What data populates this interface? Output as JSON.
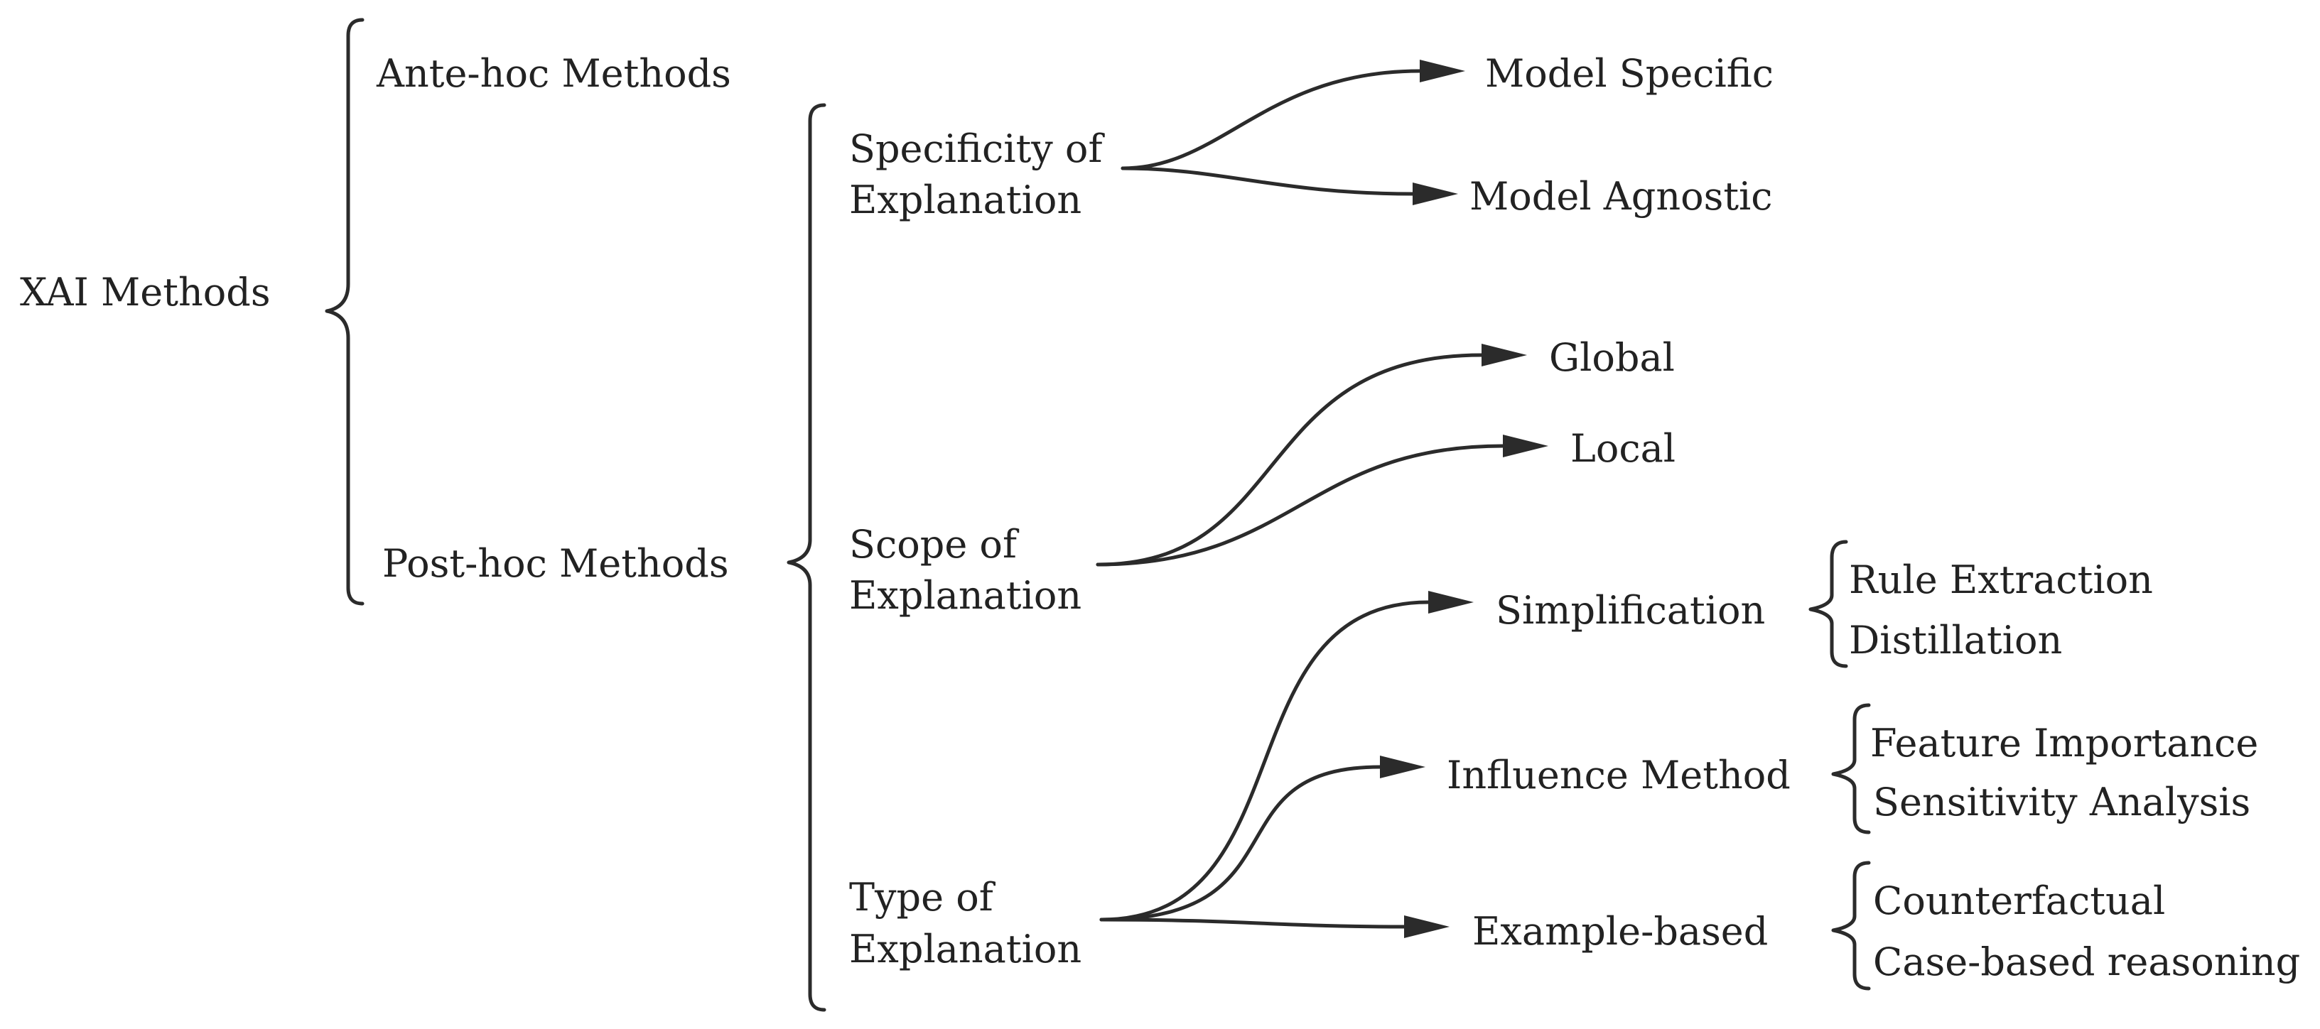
{
  "root": "XAI Methods",
  "categories": {
    "ante_hoc": "Ante-hoc Methods",
    "post_hoc": "Post-hoc Methods"
  },
  "specificity": {
    "line1": "Specificity of",
    "line2": "Explanation",
    "model_specific": "Model Specific",
    "model_agnostic": "Model Agnostic"
  },
  "scope": {
    "line1": "Scope of",
    "line2": "Explanation",
    "global": "Global",
    "local": "Local"
  },
  "type": {
    "line1": "Type of",
    "line2": "Explanation",
    "simplification": {
      "label": "Simplification",
      "items": [
        "Rule Extraction",
        "Distillation"
      ]
    },
    "influence": {
      "label": "Influence Method",
      "items": [
        "Feature Importance",
        "Sensitivity Analysis"
      ]
    },
    "example": {
      "label": "Example-based",
      "items": [
        "Counterfactual",
        "Case-based reasoning"
      ]
    }
  },
  "colors": {
    "ink": "#222222",
    "background": "#ffffff"
  }
}
